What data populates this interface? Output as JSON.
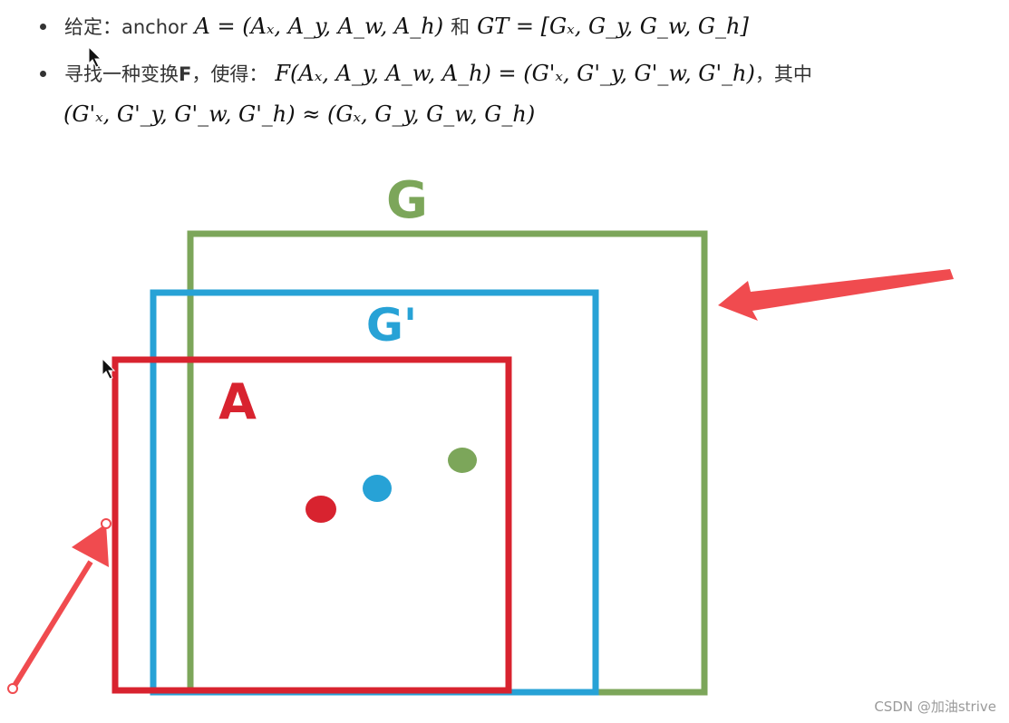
{
  "text": {
    "line1": {
      "label": "给定：anchor",
      "formula_a": "A = (Aₓ, A_y, A_w, A_h)",
      "conj": "和",
      "formula_gt": "GT = [Gₓ, G_y, G_w, G_h]"
    },
    "line2": {
      "label_prefix": "寻找一种变换",
      "label_bold": "F",
      "label_suffix": "，使得：",
      "formula": "F(Aₓ, A_y, A_w, A_h) = (G'ₓ, G'_y, G'_w, G'_h)",
      "tail": "，其中"
    },
    "line3": {
      "formula": "(G'ₓ, G'_y, G'_w, G'_h) ≈ (Gₓ, G_y, G_w, G_h)"
    }
  },
  "diagram": {
    "labels": {
      "ground_truth": "G",
      "predicted": "G'",
      "anchor": "A"
    },
    "colors": {
      "ground_truth": "#7ca65a",
      "predicted": "#27a2d6",
      "anchor": "#d8232f",
      "arrow": "#f04b4f"
    },
    "icons": {
      "pointer": "mouse-cursor-icon"
    }
  },
  "watermark": "CSDN @加油strive"
}
